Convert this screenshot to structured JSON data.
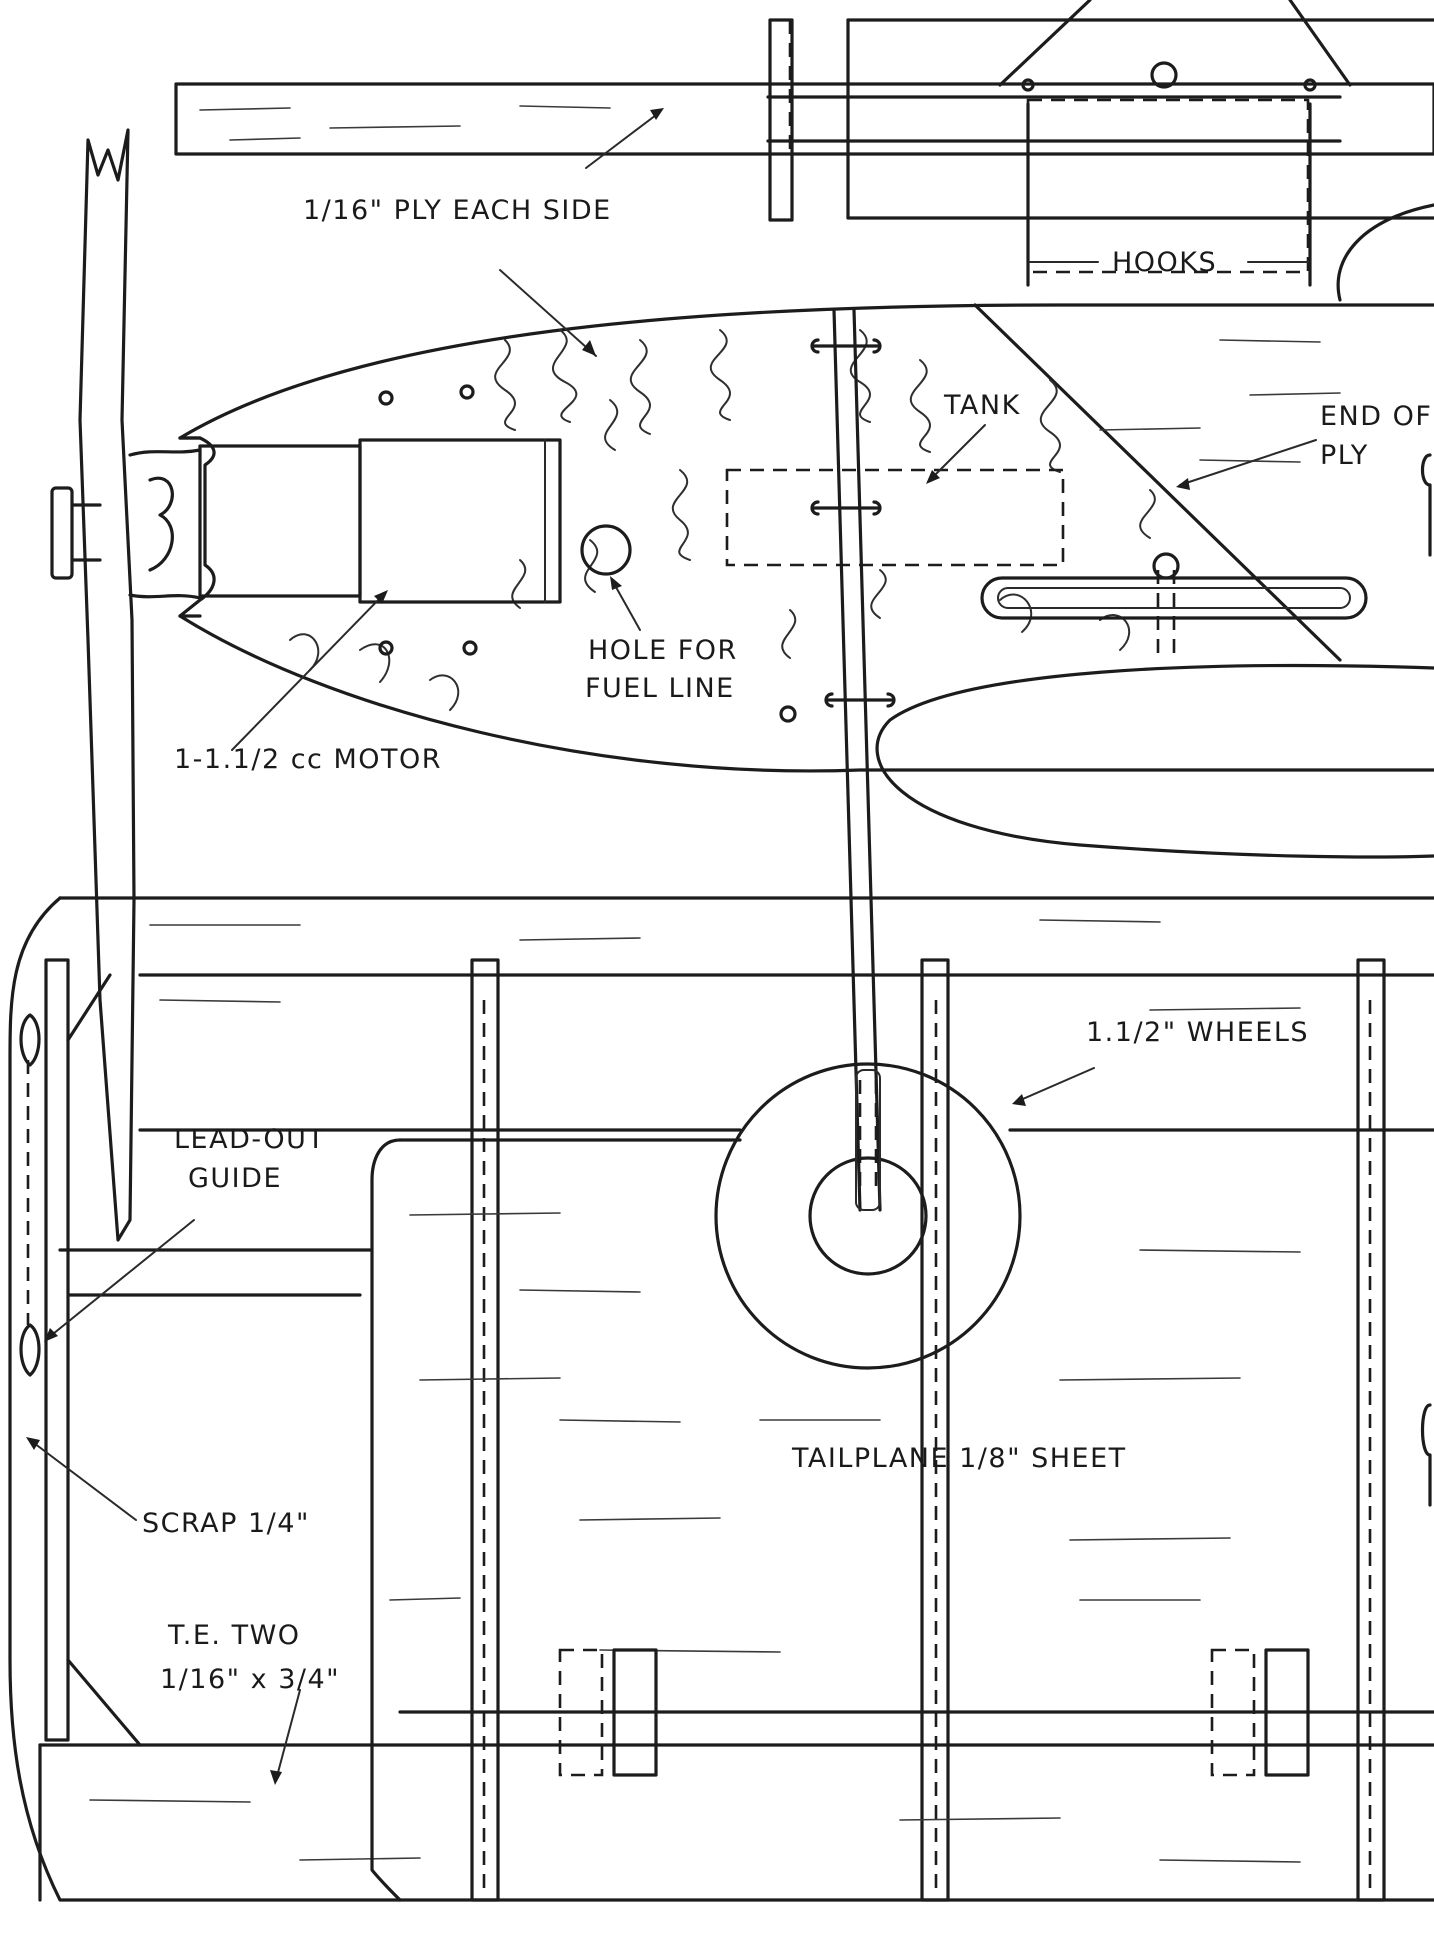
{
  "labels": {
    "ply_each_side": "1/16\" PLY EACH SIDE",
    "hooks": "HOOKS",
    "tank": "TANK",
    "end_of_ply_line1": "END OF",
    "end_of_ply_line2": "PLY",
    "hole_for_fuel_line_line1": "HOLE FOR",
    "hole_for_fuel_line_line2": "FUEL LINE",
    "motor": "1-1.1/2 cc MOTOR",
    "wheels": "1.1/2\" WHEELS",
    "lead_out_guide_line1": "LEAD-OUT",
    "lead_out_guide_line2": "GUIDE",
    "tailplane": "TAILPLANE 1/8\" SHEET",
    "scrap": "SCRAP 1/4\"",
    "te_line1": "T.E. TWO",
    "te_line2": "1/16\" x 3/4\""
  }
}
